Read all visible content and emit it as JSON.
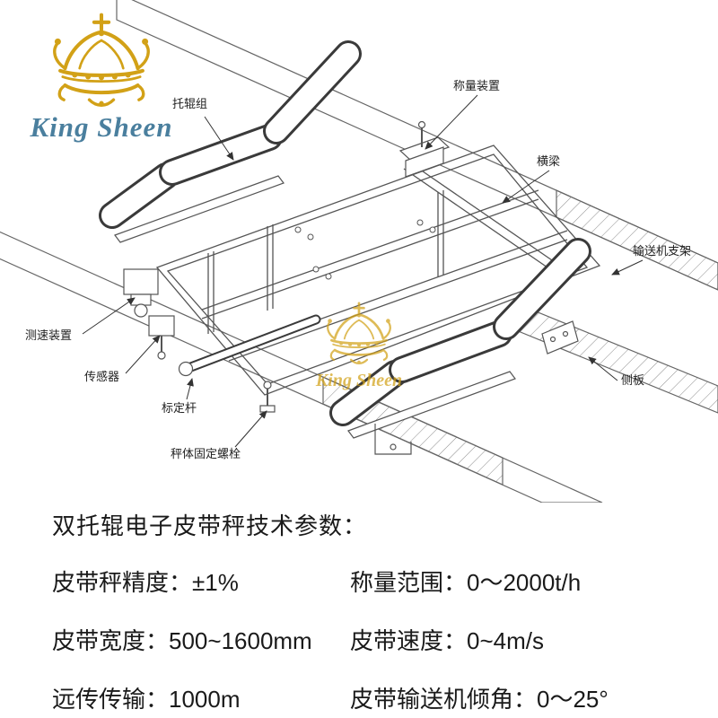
{
  "logo": {
    "brand": "King Sheen",
    "brand_color": "#4a7f9e",
    "crown_color": "#d2a117"
  },
  "watermark": {
    "brand": "King Sheen"
  },
  "diagram": {
    "labels": [
      {
        "id": "idler-group",
        "text": "托辊组"
      },
      {
        "id": "weighing-device",
        "text": "称量装置"
      },
      {
        "id": "cross-beam",
        "text": "横梁"
      },
      {
        "id": "conveyor-support",
        "text": "输送机支架"
      },
      {
        "id": "side-plate",
        "text": "侧板"
      },
      {
        "id": "speed-device",
        "text": "测速装置"
      },
      {
        "id": "sensor",
        "text": "传感器"
      },
      {
        "id": "calibration-rod",
        "text": "标定杆"
      },
      {
        "id": "fixing-bolt",
        "text": "秤体固定螺栓"
      }
    ]
  },
  "params": {
    "title": "双托辊电子皮带秤技术参数：",
    "rows": [
      {
        "left": "皮带秤精度：±1%",
        "right": "称量范围：0～2000t/h"
      },
      {
        "left": "皮带宽度：500~1600mm",
        "right": "皮带速度：0~4m/s"
      },
      {
        "left": "远传传输：1000m",
        "right": "皮带输送机倾角：0～25°"
      }
    ]
  }
}
